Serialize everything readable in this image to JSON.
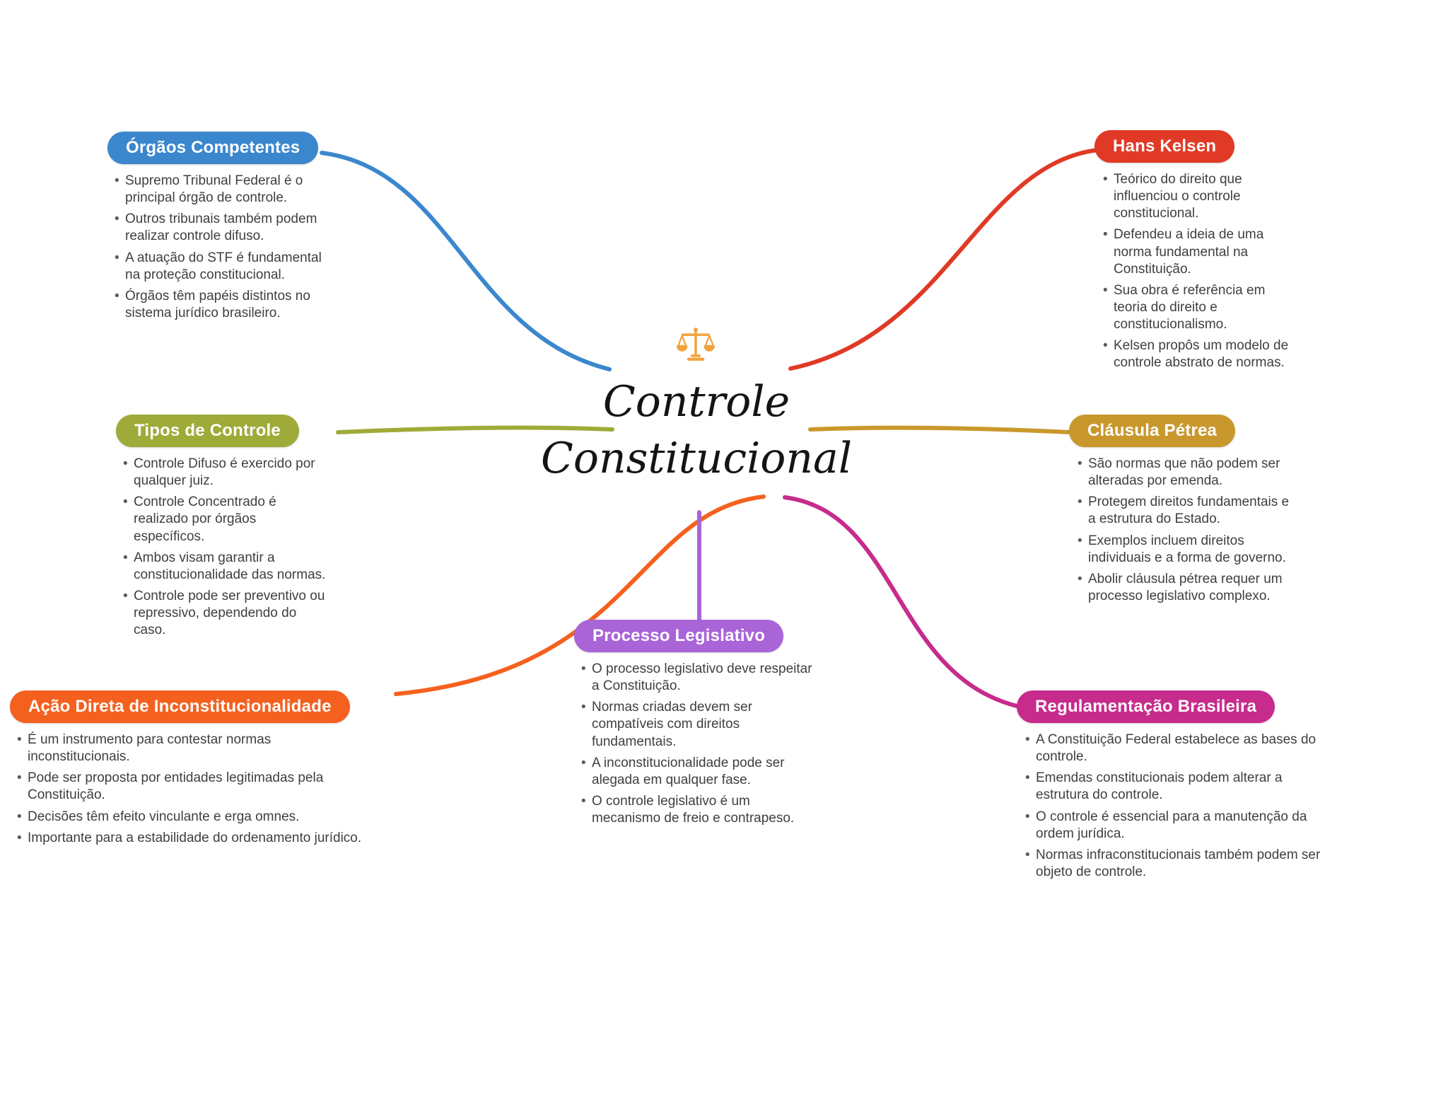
{
  "center": {
    "title_line1": "Controle",
    "title_line2": "Constitucional",
    "icon": "scales-of-justice",
    "icon_color": "#f0a33c"
  },
  "nodes": {
    "orgaos": {
      "label": "Órgãos Competentes",
      "color": "#3b87ce",
      "bullets": [
        "Supremo Tribunal Federal é o principal órgão de controle.",
        "Outros tribunais também podem realizar controle difuso.",
        "A atuação do STF é fundamental na proteção constitucional.",
        "Órgãos têm papéis distintos no sistema jurídico brasileiro."
      ]
    },
    "tipos": {
      "label": "Tipos de Controle",
      "color": "#9fab39",
      "bullets": [
        "Controle Difuso é exercido por qualquer juiz.",
        "Controle Concentrado é realizado por órgãos específicos.",
        "Ambos visam garantir a constitucionalidade das normas.",
        "Controle pode ser preventivo ou repressivo, dependendo do caso."
      ]
    },
    "acao": {
      "label": "Ação Direta de Inconstitucionalidade",
      "color": "#f4611f",
      "bullets": [
        "É um instrumento para contestar normas inconstitucionais.",
        "Pode ser proposta por entidades legitimadas pela Constituição.",
        "Decisões têm efeito vinculante e erga omnes.",
        "Importante para a estabilidade do ordenamento jurídico."
      ]
    },
    "hans": {
      "label": "Hans Kelsen",
      "color": "#e03a26",
      "bullets": [
        "Teórico do direito que influenciou o controle constitucional.",
        "Defendeu a ideia de uma norma fundamental na Constituição.",
        "Sua obra é referência em teoria do direito e constitucionalismo.",
        "Kelsen propôs um modelo de controle abstrato de normas."
      ]
    },
    "clausula": {
      "label": "Cláusula Pétrea",
      "color": "#c9982d",
      "bullets": [
        "São normas que não podem ser alteradas por emenda.",
        "Protegem direitos fundamentais e a estrutura do Estado.",
        "Exemplos incluem direitos individuais e a forma de governo.",
        "Abolir cláusula pétrea requer um processo legislativo complexo."
      ]
    },
    "processo": {
      "label": "Processo Legislativo",
      "color": "#a964d8",
      "bullets": [
        "O processo legislativo deve respeitar a Constituição.",
        "Normas criadas devem ser compatíveis com direitos fundamentais.",
        "A inconstitucionalidade pode ser alegada em qualquer fase.",
        "O controle legislativo é um mecanismo de freio e contrapeso."
      ]
    },
    "regulamentacao": {
      "label": "Regulamentação Brasileira",
      "color": "#c72b8c",
      "bullets": [
        "A Constituição Federal estabelece as bases do controle.",
        "Emendas constitucionais podem alterar a estrutura do controle.",
        "O controle é essencial para a manutenção da ordem jurídica.",
        "Normas infraconstitucionais também podem ser objeto de controle."
      ]
    }
  }
}
